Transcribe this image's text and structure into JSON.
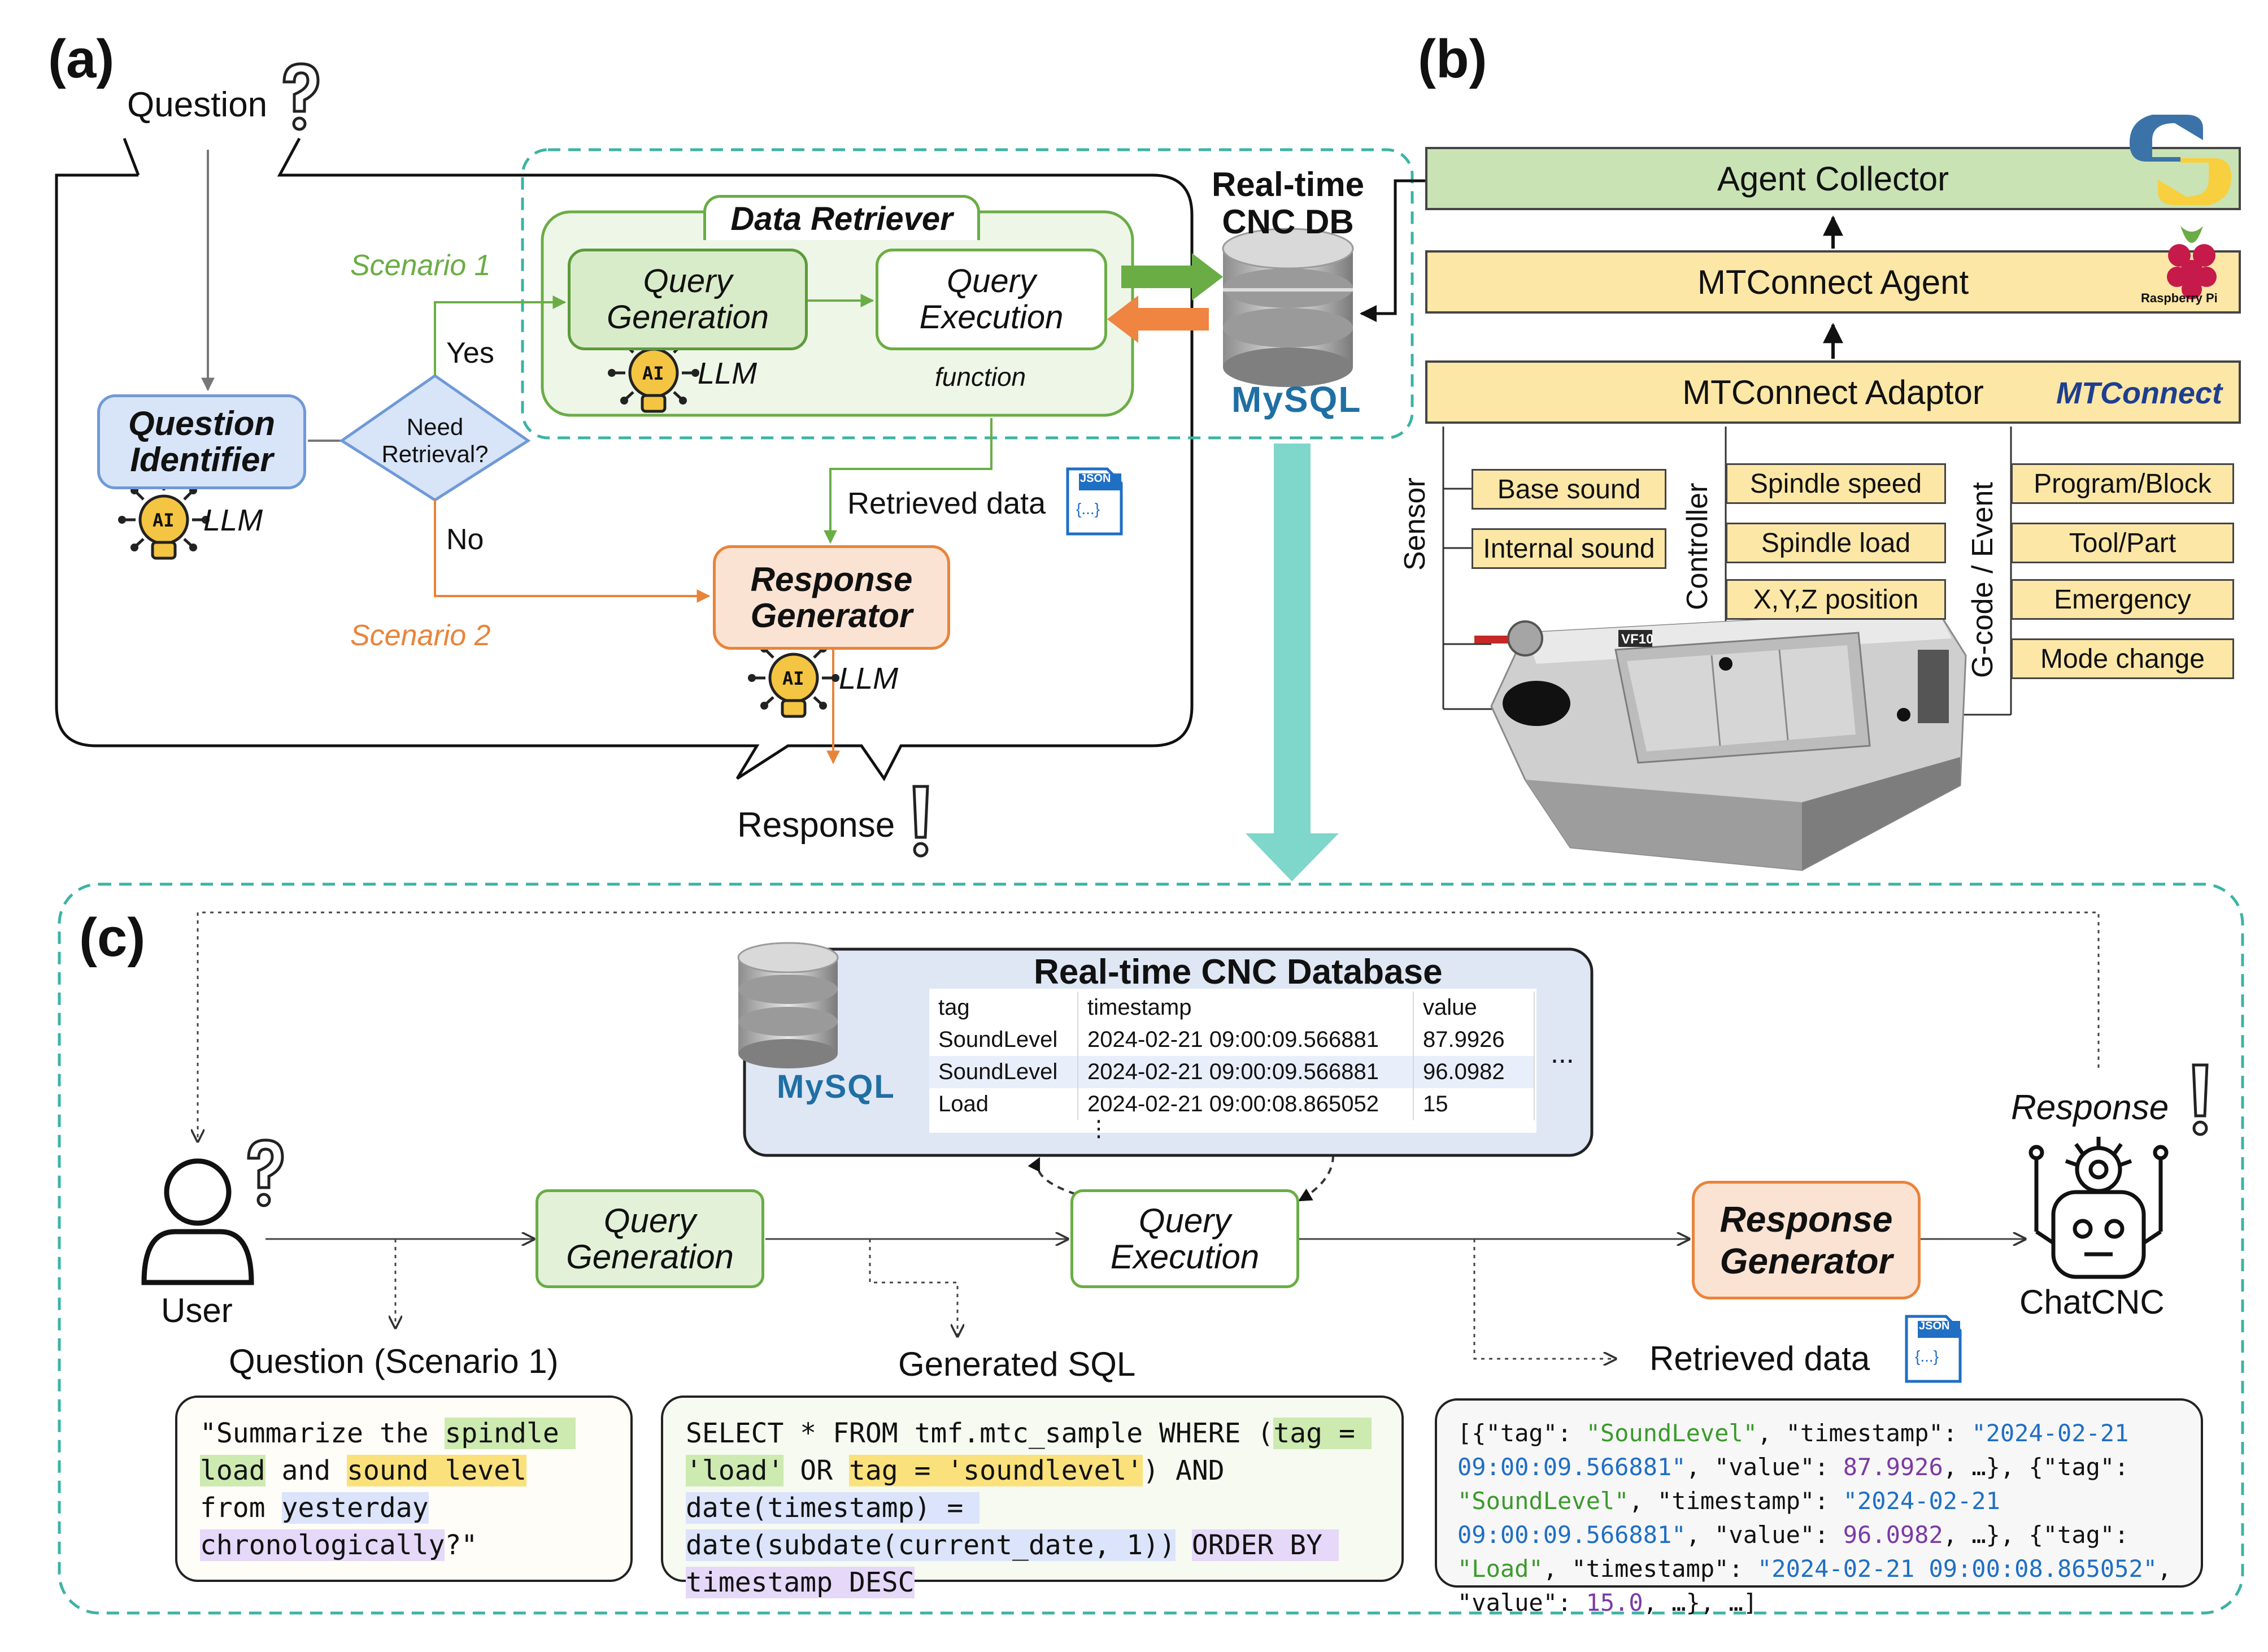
{
  "panels": {
    "a": "(a)",
    "b": "(b)",
    "c": "(c)"
  },
  "panel_a": {
    "question": "Question",
    "response": "Response",
    "question_identifier": "Question Identifier",
    "need_retrieval": "Need Retrieval?",
    "yes": "Yes",
    "no": "No",
    "scenario1": "Scenario 1",
    "scenario2": "Scenario 2",
    "data_retriever": "Data Retriever",
    "query_generation": "Query Generation",
    "query_execution": "Query Execution",
    "function": "function",
    "llm": "LLM",
    "ai": "AI",
    "retrieved_data": "Retrieved data",
    "response_generator": "Response Generator",
    "json": "JSON",
    "json_glyph": "{...}",
    "realtime_db": "Real-time CNC DB",
    "mysql": "MySQL"
  },
  "panel_b": {
    "agent_collector": "Agent Collector",
    "mtconnect_agent": "MTConnect Agent",
    "raspberry_pi": "Raspberry Pi",
    "mtconnect_adaptor": "MTConnect Adaptor",
    "mtconnect_logo": "MTConnect",
    "sensor_label": "Sensor",
    "controller_label": "Controller",
    "gcode_label": "G-code / Event",
    "sensor_items": [
      "Base sound",
      "Internal sound"
    ],
    "controller_items": [
      "Spindle speed",
      "Spindle load",
      "X,Y,Z position"
    ],
    "gcode_items": [
      "Program/Block",
      "Tool/Part",
      "Emergency",
      "Mode change"
    ],
    "machine_badge": "VF10"
  },
  "panel_c": {
    "user": "User",
    "query_generation": "Query Generation",
    "query_execution": "Query Execution",
    "response_generator": "Response Generator",
    "chatcnc": "ChatCNC",
    "response": "Response",
    "database_title": "Real-time CNC Database",
    "mysql": "MySQL",
    "table_headers": [
      "tag",
      "timestamp",
      "value"
    ],
    "table_rows": [
      [
        "SoundLevel",
        "2024-02-21 09:00:09.566881",
        "87.9926"
      ],
      [
        "SoundLevel",
        "2024-02-21 09:00:09.566881",
        "96.0982"
      ],
      [
        "Load",
        "2024-02-21 09:00:08.865052",
        "15"
      ]
    ],
    "ellipsis": "...",
    "vertical_ellipsis": "⋮",
    "question_heading": "Question (Scenario 1)",
    "sql_heading": "Generated SQL",
    "retrieved_heading": "Retrieved data",
    "json": "JSON",
    "json_glyph": "{...}",
    "question_text": {
      "p1": "\"Summarize the ",
      "h1": "spindle load",
      "p2": " and ",
      "h2": "sound level",
      "p3": " from ",
      "h3": "yesterday",
      "p4": " ",
      "h4": "chronologically",
      "p5": "?\""
    },
    "sql_text": {
      "p1": "SELECT * FROM tmf.mtc_sample WHERE (",
      "h1": "tag = 'load'",
      "p2": " OR ",
      "h2": "tag = 'soundlevel'",
      "p3": ") AND ",
      "h3": "date(timestamp) = date(subdate(current_date, 1))",
      "p4": " ",
      "h4": "ORDER BY timestamp DESC"
    },
    "json_text": {
      "a": "[{\"tag\": ",
      "b": "\"SoundLevel\"",
      "c": ", \"timestamp\": ",
      "d": "\"2024-02-21 09:00:09.566881\"",
      "e": ", \"value\": ",
      "f": "87.9926",
      "g": ", …}, {\"tag\": ",
      "h": "\"SoundLevel\"",
      "i": ", \"timestamp\": ",
      "j": "\"2024-02-21 09:00:09.566881\"",
      "k": ", \"value\": ",
      "l": "96.0982",
      "m": ", …}, {\"tag\": ",
      "n": "\"Load\"",
      "o": ", \"timestamp\": ",
      "p": "\"2024-02-21 09:00:08.865052\"",
      "q": ", \"value\": ",
      "r": "15.0",
      "s": ", …}, …]"
    }
  },
  "colors": {
    "teal": "#3bb3a5",
    "green_fill": "#e3f1d9",
    "green_stroke": "#6aad45",
    "orange_fill": "#fbe3d3",
    "orange_stroke": "#e8843a",
    "blue_fill": "#d8e4f7",
    "blue_stroke": "#6f99d8",
    "yellow_fill": "#fce7a6",
    "layer_green": "#c9e3b5"
  }
}
